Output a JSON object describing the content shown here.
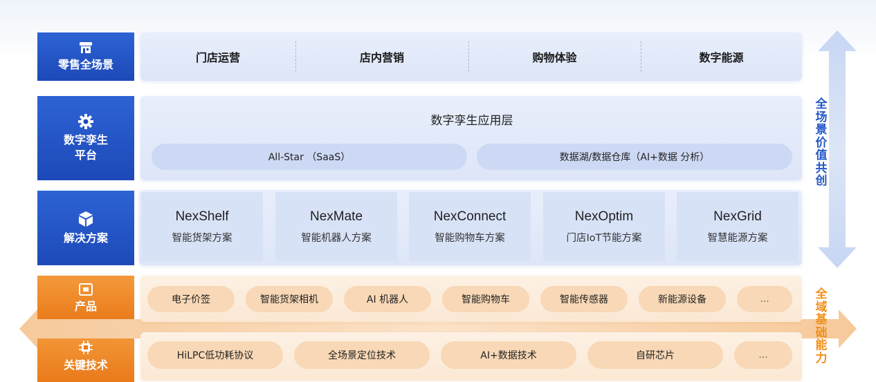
{
  "layers": {
    "retail_scenarios": {
      "label_lines": [
        "零售全场景"
      ],
      "icon": "store-icon",
      "items": [
        "门店运营",
        "店内营销",
        "购物体验",
        "数字能源"
      ]
    },
    "digital_twin": {
      "label_lines": [
        "数字孪生",
        "平台"
      ],
      "icon": "gear-icon",
      "title": "数字孪生应用层",
      "pills": [
        "All-Star （SaaS）",
        "数据湖/数据仓库（AI+数据 分析）"
      ]
    },
    "solutions": {
      "label_lines": [
        "解决方案"
      ],
      "icon": "cube-icon",
      "cards": [
        {
          "name": "NexShelf",
          "desc": "智能货架方案"
        },
        {
          "name": "NexMate",
          "desc": "智能机器人方案"
        },
        {
          "name": "NexConnect",
          "desc": "智能购物车方案"
        },
        {
          "name": "NexOptim",
          "desc": "门店IoT节能方案"
        },
        {
          "name": "NexGrid",
          "desc": "智慧能源方案"
        }
      ]
    },
    "products": {
      "label_lines": [
        "产品"
      ],
      "icon": "device-icon",
      "items": [
        "电子价签",
        "智能货架相机",
        "AI 机器人",
        "智能购物车",
        "智能传感器",
        "新能源设备",
        "..."
      ]
    },
    "key_tech": {
      "label_lines": [
        "关键技术"
      ],
      "icon": "chip-icon",
      "items": [
        "HiLPC低功耗协议",
        "全场景定位技术",
        "AI+数据技术",
        "自研芯片",
        "..."
      ]
    }
  },
  "side": {
    "top_text": "全场景价值共创",
    "bottom_text": "全域基础能力"
  },
  "colors": {
    "blue": "#1d49b8",
    "orange": "#ea7a1a",
    "blue_text": "#2458c8",
    "orange_text": "#f0901e"
  }
}
